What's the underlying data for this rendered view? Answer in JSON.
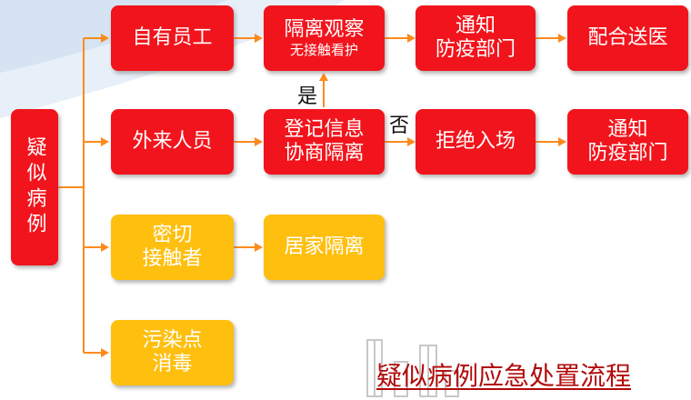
{
  "nodes": {
    "suspected": "疑似病例",
    "own_staff": "自有员工",
    "visitors": "外来人员",
    "close_contact": [
      "密切",
      "接触者"
    ],
    "contaminated": [
      "污染点",
      "消毒"
    ],
    "isolate_observe": [
      "隔离观察",
      "无接触看护"
    ],
    "register": [
      "登记信息",
      "协商隔离"
    ],
    "home_isolation": "居家隔离",
    "notify_1": [
      "通知",
      "防疫部门"
    ],
    "refuse_entry": "拒绝入场",
    "send_hospital": "配合送医",
    "notify_2": [
      "通知",
      "防疫部门"
    ]
  },
  "edge_labels": {
    "yes": "是",
    "no": "否"
  },
  "title": "疑似病例应急处置流程",
  "colors": {
    "red": "#f2141c",
    "yellow": "#ffbf0f",
    "connector": "#ff8a1e",
    "title": "#b20a0a"
  }
}
